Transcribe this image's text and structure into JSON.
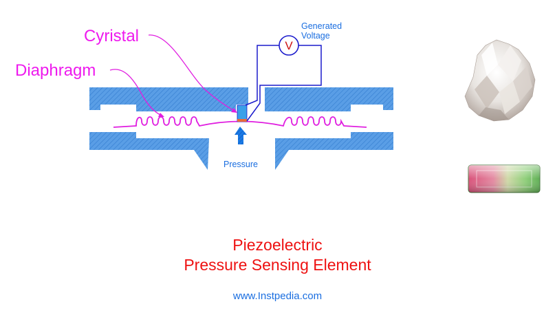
{
  "labels": {
    "crystal": "Cyristal",
    "diaphragm": "Diaphragm",
    "generated_line1": "Generated",
    "generated_line2": "Voltage",
    "voltmeter_symbol": "V",
    "pressure": "Pressure"
  },
  "title": {
    "line1": "Piezoelectric",
    "line2": "Pressure Sensing Element"
  },
  "website": "www.Instpedia.com",
  "colors": {
    "housing": "#5a9ee6",
    "diaphragm": "#e01ee0",
    "wire": "#1a1acc",
    "label_magenta": "#ee1aee",
    "label_blue": "#1a6ee0",
    "title_red": "#ee1111",
    "crystal": "#3aa0e8",
    "crystal_contact": "#e86a3a",
    "meter_red": "#cc1111"
  },
  "images": {
    "quartz_crystal": "quartz-cluster",
    "tourmaline_gem": "tourmaline-gem"
  }
}
